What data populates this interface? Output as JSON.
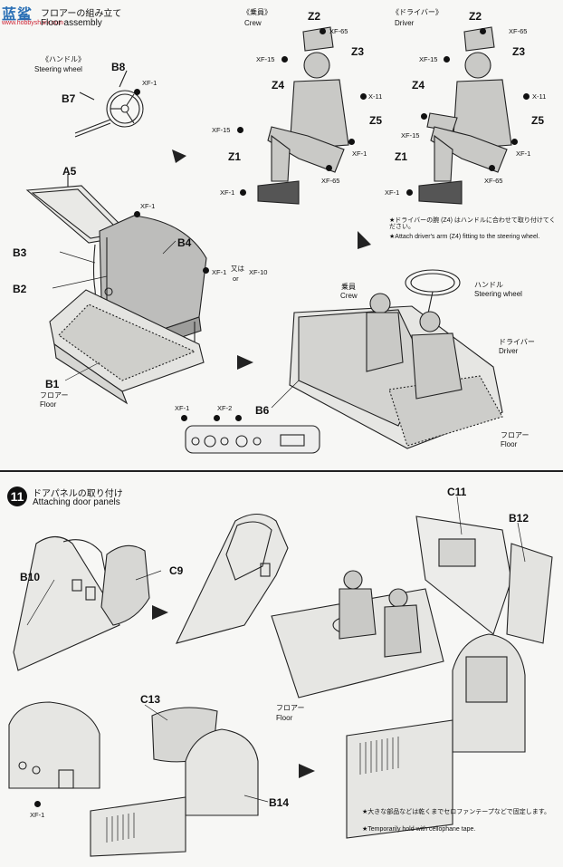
{
  "watermark": {
    "logo_text": "蓝鲨",
    "site": "www.hobbyshark.com"
  },
  "step10": {
    "title_jp": "フロアーの組み立て",
    "title_en": "Floor assembly",
    "steering": {
      "jp": "《ハンドル》",
      "en": "Steering wheel"
    },
    "crew_header": {
      "jp": "《乗員》",
      "en": "Crew"
    },
    "driver_header": {
      "jp": "《ドライバー》",
      "en": "Driver"
    },
    "parts": {
      "B8": "B8",
      "B7": "B7",
      "A5": "A5",
      "B3": "B3",
      "B2": "B2",
      "B4": "B4",
      "B1": "B1",
      "B6": "B6",
      "Z1": "Z1",
      "Z2": "Z2",
      "Z3": "Z3",
      "Z4": "Z4",
      "Z5": "Z5"
    },
    "screws": {
      "xf1": "XF-1",
      "xf2": "XF-2",
      "xf10": "XF-10",
      "xf11": "X-11",
      "xf15": "XF-15",
      "xf65": "XF-65"
    },
    "or_jp": "又は",
    "or_en": "or",
    "floor_jp": "フロアー",
    "floor_en": "Floor",
    "note1_jp": "★ドライバーの腕 (Z4) はハンドルに合わせて取り付けてください。",
    "note1_en": "★Attach driver's arm (Z4) fitting to the steering wheel.",
    "assembly": {
      "crew_jp": "乗員",
      "crew_en": "Crew",
      "wheel_jp": "ハンドル",
      "wheel_en": "Steering wheel",
      "driver_jp": "ドライバー",
      "driver_en": "Driver",
      "floor_jp": "フロアー",
      "floor_en": "Floor"
    }
  },
  "step11": {
    "number": "11",
    "title_jp": "ドアパネルの取り付け",
    "title_en": "Attaching door panels",
    "parts": {
      "B10": "B10",
      "C9": "C9",
      "C11": "C11",
      "B12": "B12",
      "C13": "C13",
      "B14": "B14"
    },
    "xf1": "XF-1",
    "floor_jp": "フロアー",
    "floor_en": "Floor",
    "note_jp": "★大きな部品などは乾くまでセロファンテープなどで固定します。",
    "note_en": "★Temporarily hold with cellophane tape."
  }
}
